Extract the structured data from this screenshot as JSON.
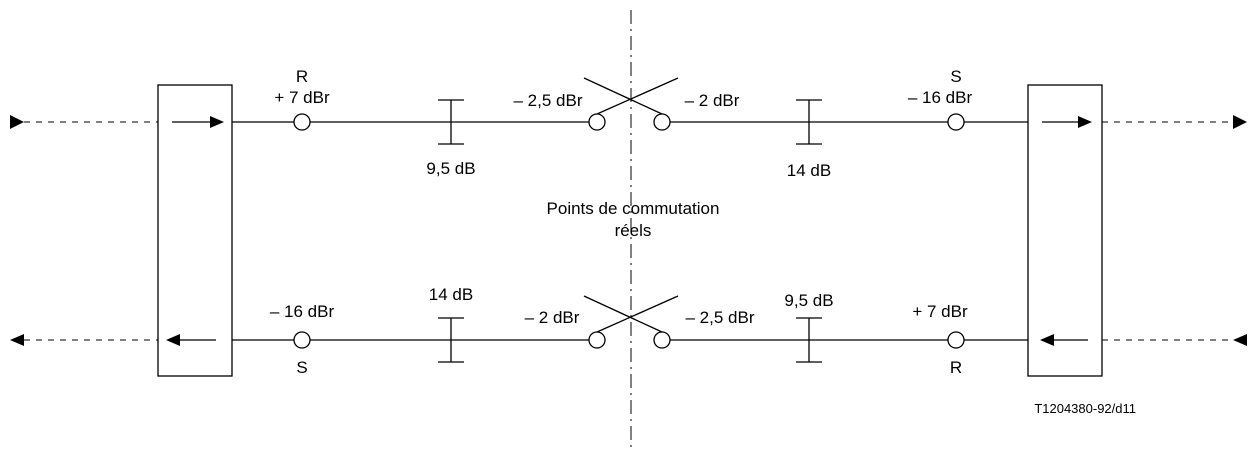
{
  "top_path": {
    "left_point_letter": "R",
    "left_level": "+ 7 dBr",
    "attenuator_left": "9,5 dB",
    "switch_left_level": "– 2,5 dBr",
    "switch_right_level": "– 2 dBr",
    "attenuator_right": "14 dB",
    "right_point_letter": "S",
    "right_level": "– 16 dBr"
  },
  "bottom_path": {
    "left_level": "– 16 dBr",
    "left_point_letter": "S",
    "attenuator_left": "14 dB",
    "switch_left_level": "– 2 dBr",
    "switch_right_level": "– 2,5 dBr",
    "attenuator_right": "9,5 dB",
    "right_level": "+ 7 dBr",
    "right_point_letter": "R"
  },
  "center_label": {
    "line1": "Points de commutation",
    "line2": "réels"
  },
  "figure_id": "T1204380-92/d11"
}
